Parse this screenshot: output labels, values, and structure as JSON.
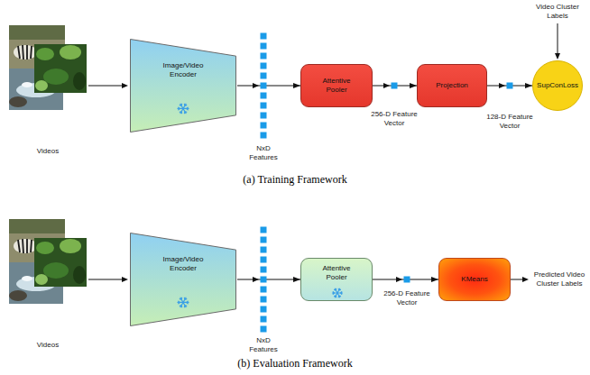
{
  "diagram": {
    "nodes": [
      {
        "text": [
          "Image/Video Encoder"
        ]
      },
      {
        "text": [
          "Attentive Pooler"
        ]
      },
      {
        "text": [
          "Projection"
        ]
      },
      {
        "text": [
          "SupConLoss"
        ]
      },
      {
        "text": [
          "Image/Video Encoder"
        ]
      },
      {
        "text": [
          "Attentive Pooler"
        ]
      },
      {
        "text": [
          "KMeans"
        ]
      }
    ],
    "edges": [
      {
        "from": 0,
        "to": 1,
        "arrow": "to"
      },
      {
        "from": 1,
        "to": 2,
        "arrow": "to"
      },
      {
        "from": 2,
        "to": 3,
        "arrow": "to"
      },
      {
        "from": 4,
        "to": 5,
        "arrow": "to"
      },
      {
        "from": 5,
        "to": 6,
        "arrow": "to"
      }
    ],
    "labels": [
      "Video Cluster Labels",
      "Videos",
      "NxD Features",
      "256-D Feature Vector",
      "128-D Feature Vector",
      "(a) Training Framework",
      "Videos",
      "NxD Features",
      "256-D Feature Vector",
      "Predicted Video Cluster Labels",
      "(b) Evaluation Framework"
    ]
  }
}
